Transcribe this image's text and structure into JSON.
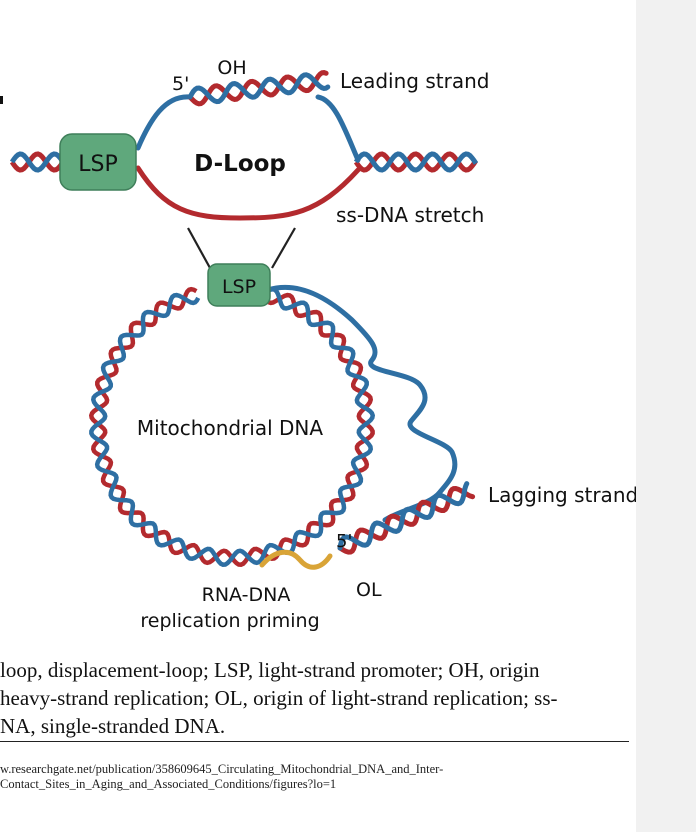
{
  "diagram": {
    "labels": {
      "oh": "OH",
      "five_prime_top": "5'",
      "leading_strand": "Leading strand",
      "lsp_top": "LSP",
      "d_loop": "D-Loop",
      "ss_dna_stretch": "ss-DNA stretch",
      "lsp_circle": "LSP",
      "mitochondrial_dna": "Mitochondrial DNA",
      "lagging_strand": "Lagging strand",
      "five_prime_bottom": "5'",
      "ol": "OL",
      "rna_dna_line1": "RNA-DNA",
      "rna_dna_line2": "replication priming"
    },
    "colors": {
      "strand_blue": "#2e6fa3",
      "strand_red": "#b32a2e",
      "lsp_green": "#5fa87c",
      "rna_gold": "#d9a437"
    }
  },
  "caption": {
    "line1": "loop, displacement-loop; LSP, light-strand promoter; OH, origin",
    "line2": "heavy-strand replication; OL, origin of light-strand replication; ss-",
    "line3": "NA, single-stranded DNA."
  },
  "source": {
    "line1": "w.researchgate.net/publication/358609645_Circulating_Mitochondrial_DNA_and_Inter-",
    "line2": "Contact_Sites_in_Aging_and_Associated_Conditions/figures?lo=1"
  }
}
